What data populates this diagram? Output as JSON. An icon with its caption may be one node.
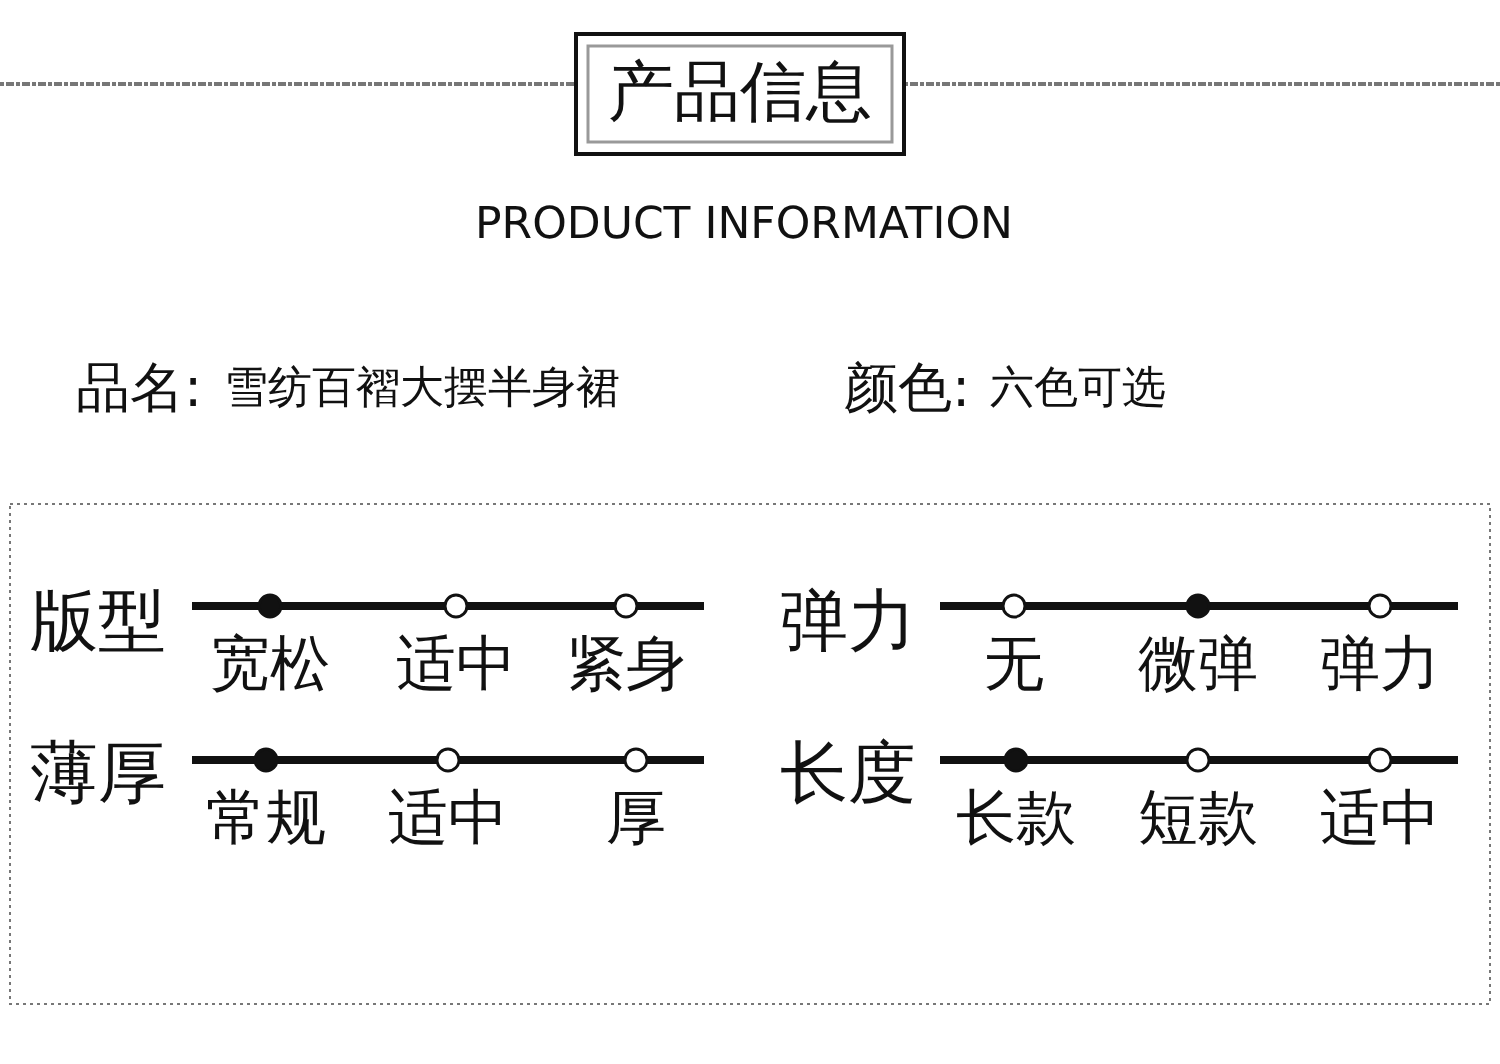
{
  "diagram": {
    "title": "产品信息",
    "labels": [
      "PRODUCT INFORMATION",
      "品名:",
      "雪纺百褶大摆半身裙",
      "颜色:",
      "六色可选",
      "版型",
      "弹力",
      "薄厚",
      "长度"
    ],
    "nodes": [
      {
        "text": [],
        "shape": "dot",
        "beside": [
          "宽松"
        ]
      },
      {
        "text": [],
        "shape": "circle",
        "beside": [
          "适中"
        ]
      },
      {
        "text": [],
        "shape": "circle",
        "beside": [
          "紧身"
        ]
      },
      {
        "text": [],
        "shape": "circle",
        "beside": [
          "无"
        ]
      },
      {
        "text": [],
        "shape": "dot",
        "beside": [
          "微弹"
        ]
      },
      {
        "text": [],
        "shape": "circle",
        "beside": [
          "弹力"
        ]
      },
      {
        "text": [],
        "shape": "dot",
        "beside": [
          "常规"
        ]
      },
      {
        "text": [],
        "shape": "circle",
        "beside": [
          "适中"
        ]
      },
      {
        "text": [],
        "shape": "circle",
        "beside": [
          "厚"
        ]
      },
      {
        "text": [],
        "shape": "dot",
        "beside": [
          "长款"
        ]
      },
      {
        "text": [],
        "shape": "circle",
        "beside": [
          "短款"
        ]
      },
      {
        "text": [],
        "shape": "circle",
        "beside": [
          "适中"
        ]
      }
    ]
  }
}
